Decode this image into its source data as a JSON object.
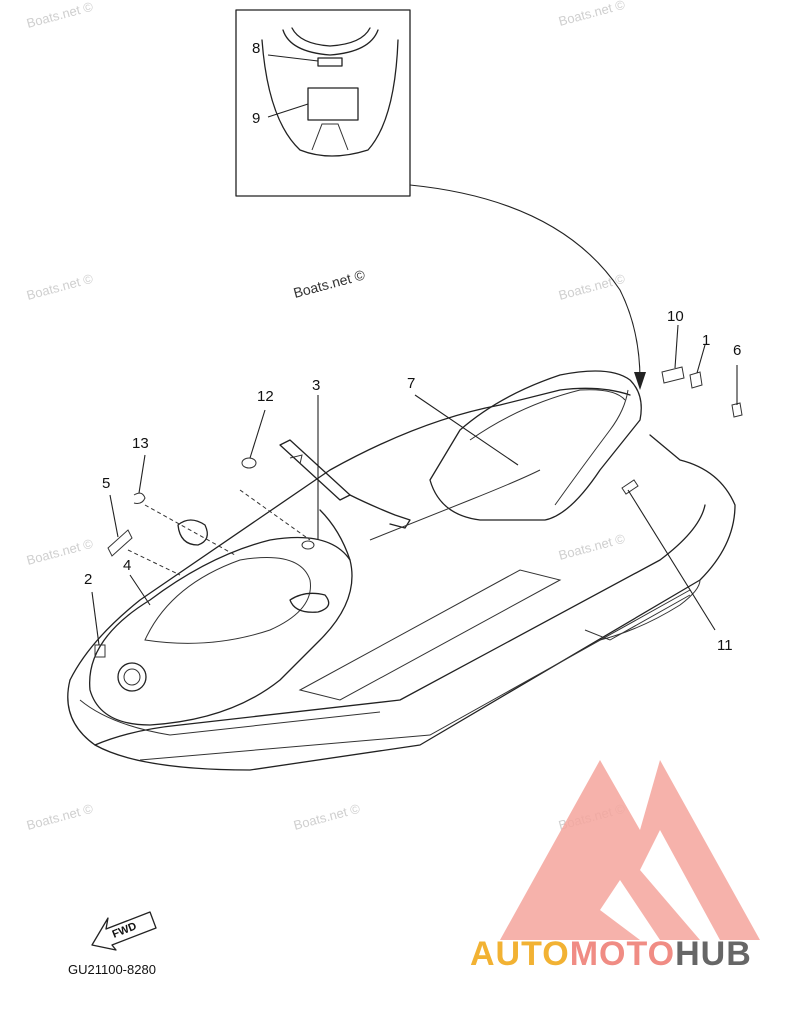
{
  "callouts": {
    "c1": "1",
    "c2": "2",
    "c3": "3",
    "c4": "4",
    "c5": "5",
    "c6": "6",
    "c7": "7",
    "c8": "8",
    "c9": "9",
    "c10": "10",
    "c11": "11",
    "c12": "12",
    "c13": "13"
  },
  "watermark": "Boats.net ©",
  "part_code": "GU21100-8280",
  "fwd_label": "FWD",
  "brand": {
    "part1": "AUTO",
    "part2": "MOTO",
    "part3": "HUB",
    "color1": "#f2b233",
    "color2": "#f08c84",
    "color3": "#666666",
    "logo_color": "#f4a49c"
  }
}
